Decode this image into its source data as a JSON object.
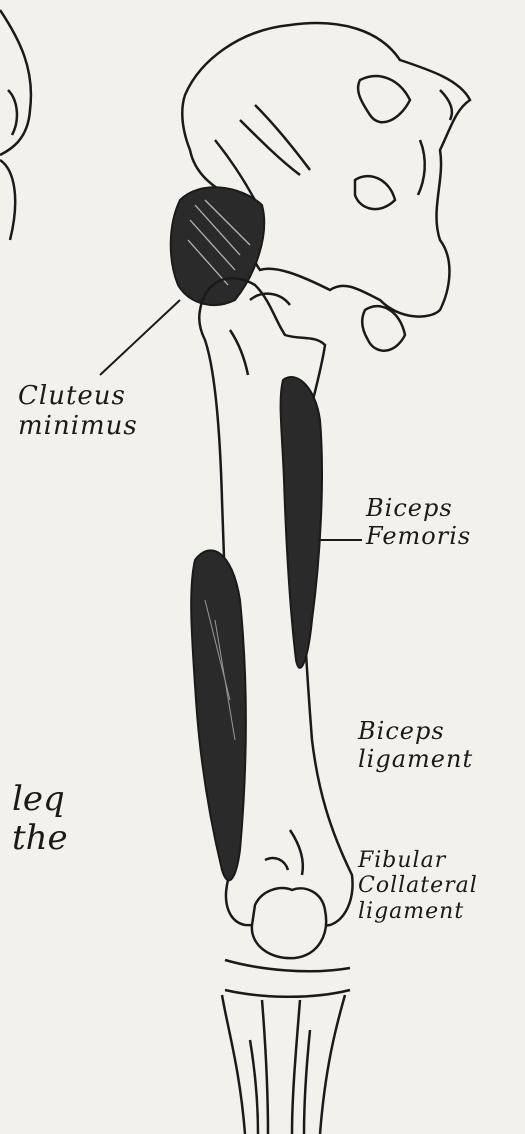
{
  "labels": {
    "gluteus": [
      "Cluteus",
      "minimus"
    ],
    "biceps_femoris": [
      "Biceps",
      "Femoris"
    ],
    "biceps_ligament": [
      "Biceps",
      "ligament"
    ],
    "fibular": [
      "Fibular",
      "Collateral",
      "ligament"
    ],
    "left_fragment": [
      "leq",
      "the"
    ]
  },
  "colors": {
    "paper": "#f3f1ec",
    "ink": "#1a1a1a",
    "muscle": "#2a2a2a"
  }
}
